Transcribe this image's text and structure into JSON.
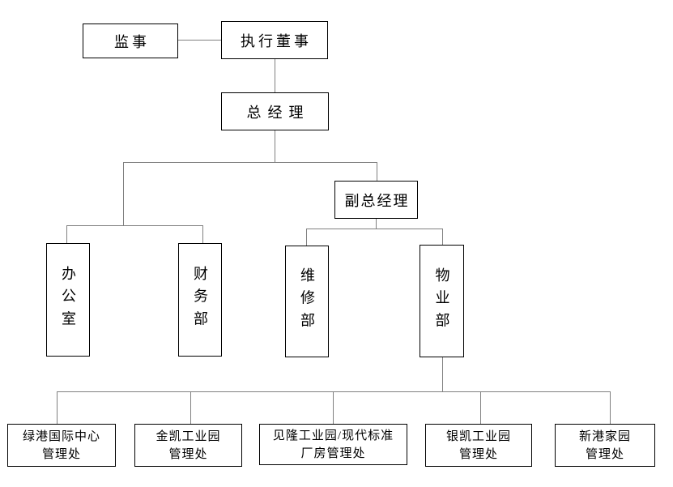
{
  "diagram": {
    "type": "org-chart",
    "nodes": {
      "supervisor": {
        "label": "监事"
      },
      "executive_director": {
        "label": "执行董事"
      },
      "general_manager": {
        "label": "总经理"
      },
      "deputy_general_manager": {
        "label": "副总经理"
      },
      "office": {
        "label": "办公室"
      },
      "finance_dept": {
        "label": "财务部"
      },
      "maintenance_dept": {
        "label": "维修部"
      },
      "property_dept": {
        "label": "物业部"
      },
      "lvgang_international_center": {
        "line1": "绿港国际中心",
        "line2": "管理处"
      },
      "jinkai_industrial_park": {
        "line1": "金凯工业园",
        "line2": "管理处"
      },
      "jianlong_modern_standard_plant": {
        "line1": "见隆工业园/现代标准",
        "line2": "厂房管理处"
      },
      "yinkai_industrial_park": {
        "line1": "银凯工业园",
        "line2": "管理处"
      },
      "xingang_homes": {
        "line1": "新港家园",
        "line2": "管理处"
      }
    },
    "edges": [
      [
        "supervisor",
        "executive_director"
      ],
      [
        "executive_director",
        "general_manager"
      ],
      [
        "general_manager",
        "office"
      ],
      [
        "general_manager",
        "finance_dept"
      ],
      [
        "general_manager",
        "deputy_general_manager"
      ],
      [
        "deputy_general_manager",
        "maintenance_dept"
      ],
      [
        "deputy_general_manager",
        "property_dept"
      ],
      [
        "property_dept",
        "lvgang_international_center"
      ],
      [
        "property_dept",
        "jinkai_industrial_park"
      ],
      [
        "property_dept",
        "jianlong_modern_standard_plant"
      ],
      [
        "property_dept",
        "yinkai_industrial_park"
      ],
      [
        "property_dept",
        "xingang_homes"
      ]
    ],
    "colors": {
      "background": "#ffffff",
      "box_border": "#000000",
      "connector": "#808080",
      "text": "#000000"
    }
  }
}
